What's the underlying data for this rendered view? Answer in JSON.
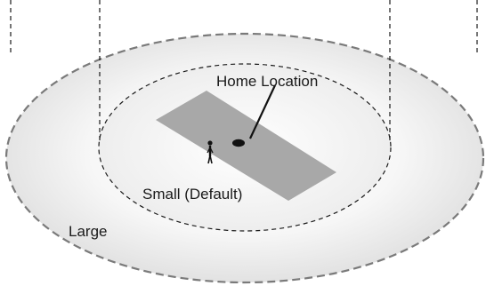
{
  "labels": {
    "home_location": "Home Location",
    "small_zone": "Small (Default)",
    "large_zone": "Large"
  },
  "colors": {
    "zone_fill_center": "#ffffff",
    "zone_fill_edge": "#e2e2e2",
    "outline_large": "#7a7a7a",
    "outline_small": "#1a1a1a",
    "home_area": "#a8a8a8",
    "ink": "#111111"
  },
  "icons": {
    "home_marker": "home-location-marker-icon",
    "person": "person-icon"
  }
}
